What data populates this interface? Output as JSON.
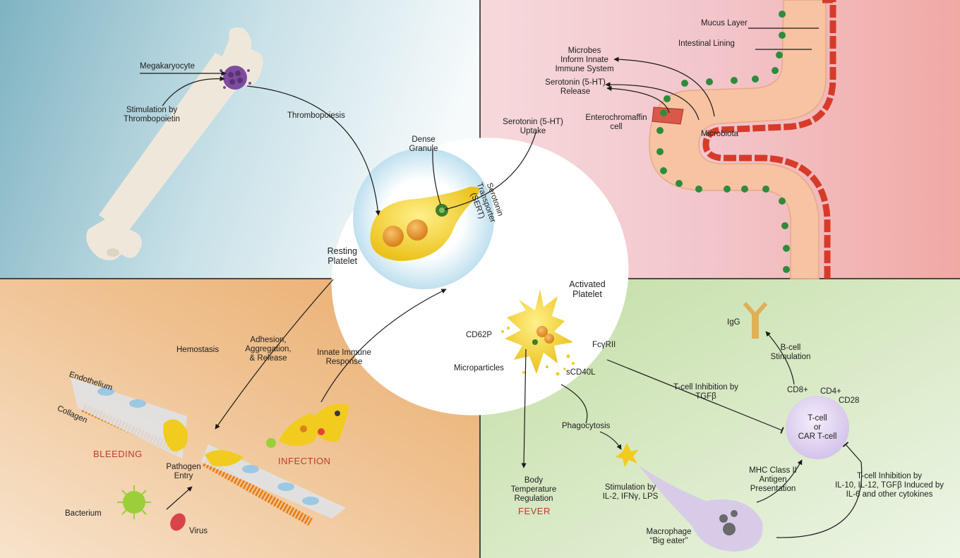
{
  "labels": {
    "megakaryocyte": "Megakaryocyte",
    "stimulation_thrombopoietin_1": "Stimulation by",
    "stimulation_thrombopoietin_2": "Thrombopoietin",
    "thrombopoiesis": "Thrombopoiesis",
    "dense_granule_1": "Dense",
    "dense_granule_2": "Granule",
    "sert_1": "Serotonin",
    "sert_2": "Transporter",
    "sert_3": "(SERT)",
    "resting_platelet_1": "Resting",
    "resting_platelet_2": "Platelet",
    "mucus_layer": "Mucus Layer",
    "intestinal_lining": "Intestinal Lining",
    "microbes_1": "Microbes",
    "microbes_2": "Inform Innate",
    "microbes_3": "Immune System",
    "serotonin_release_1": "Serotonin (5-HT)",
    "serotonin_release_2": "Release",
    "serotonin_uptake_1": "Serotonin (5-HT)",
    "serotonin_uptake_2": "Uptake",
    "enterochromaffin_1": "Enterochromaffin",
    "enterochromaffin_2": "cell",
    "microbiota": "Microbiota",
    "activated_platelet_1": "Activated",
    "activated_platelet_2": "Platelet",
    "cd62p": "CD62P",
    "fcgrii": "FcγRII",
    "microparticles": "Microparticles",
    "scd40l": "sCD40L",
    "hemostasis": "Hemostasis",
    "adhesion_1": "Adhesion,",
    "adhesion_2": "Aggregation,",
    "adhesion_3": "& Release",
    "innate_1": "Innate Immune",
    "innate_2": "Response",
    "endothelium": "Endothelium",
    "collagen": "Collagen",
    "bleeding": "BLEEDING",
    "infection": "INFECTION",
    "pathogen_entry_1": "Pathogen",
    "pathogen_entry_2": "Entry",
    "bacterium": "Bacterium",
    "virus": "Virus",
    "igg": "IgG",
    "bcell_1": "B-cell",
    "bcell_2": "Stimulation",
    "tcell_inhibition_tgfb_1": "T-cell Inhibition by",
    "tcell_inhibition_tgfb_2": "TGFβ",
    "cd8": "CD8+",
    "cd4": "CD4+",
    "cd28": "CD28",
    "tcell_1": "T-cell",
    "tcell_2": "or",
    "tcell_3": "CAR T-cell",
    "phagocytosis": "Phagocytosis",
    "mhc_1": "MHC Class II",
    "mhc_2": "Antigen",
    "mhc_3": "Presentation",
    "tcell_inhibition_il_1": "T-cell Inhibition by",
    "tcell_inhibition_il_2": "IL-10, IL-12, TGFβ Induced by",
    "tcell_inhibition_il_3": "IL-6 and other cytokines",
    "body_temp_1": "Body",
    "body_temp_2": "Temperature",
    "body_temp_3": "Regulation",
    "fever": "FEVER",
    "stimulation_il_1": "Stimulation by",
    "stimulation_il_2": "IL-2, IFNγ, LPS",
    "macrophage_1": "Macrophage",
    "macrophage_2": "“Big eater”"
  },
  "colors": {
    "bone_panel": "#9cc6d3",
    "gut_panel": "#f1c3c8",
    "hemostasis_panel": "#eab985",
    "immune_panel": "#cfe2b4",
    "platelet_yellow": "#f2cb1f",
    "alert_red": "#c0392b",
    "tcell_purple": "#e2d6f0"
  }
}
